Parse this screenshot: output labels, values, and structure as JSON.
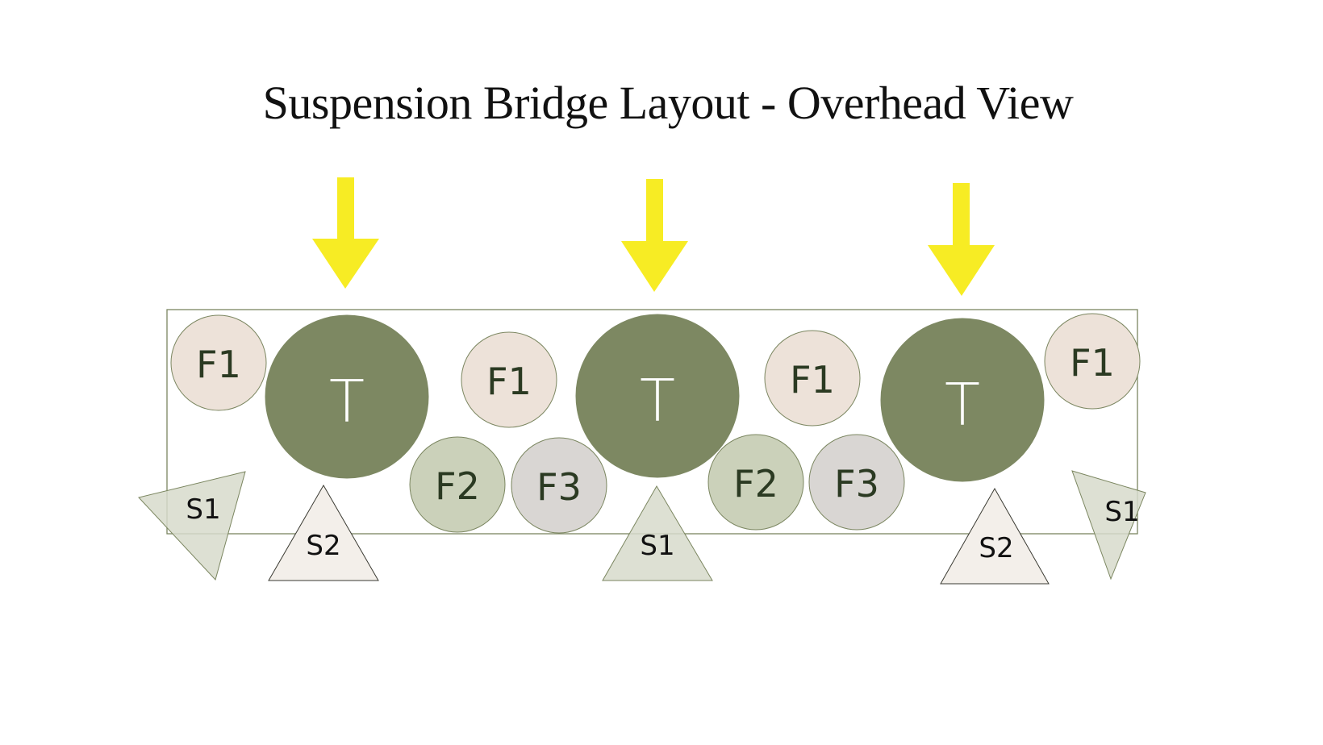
{
  "title": "Suspension Bridge Layout - Overhead View",
  "colors": {
    "arrow": "#f7ec24",
    "deck_border": "#7b8660",
    "tower_fill": "#7d8862",
    "tower_text": "#ffffff",
    "f1_fill": "#ede2d9",
    "f2_fill": "#cbd1ba",
    "f3_fill": "#d9d6d3",
    "circle_stroke": "#7b8660",
    "f_text": "#2b3a22",
    "s1_fill": "#d7dacb",
    "s2_fill": "#f3efea",
    "s_text": "#111111"
  },
  "arrows": [
    {
      "id": "arrow-1",
      "direction": "down"
    },
    {
      "id": "arrow-2",
      "direction": "down"
    },
    {
      "id": "arrow-3",
      "direction": "down"
    }
  ],
  "elements": [
    {
      "name": "f1-left",
      "type": "F1",
      "label": "F1"
    },
    {
      "name": "tower-1",
      "type": "T",
      "label": "T"
    },
    {
      "name": "f1-mid-left",
      "type": "F1",
      "label": "F1"
    },
    {
      "name": "tower-2",
      "type": "T",
      "label": "T"
    },
    {
      "name": "f1-mid-right",
      "type": "F1",
      "label": "F1"
    },
    {
      "name": "tower-3",
      "type": "T",
      "label": "T"
    },
    {
      "name": "f1-right",
      "type": "F1",
      "label": "F1"
    },
    {
      "name": "f2-left",
      "type": "F2",
      "label": "F2"
    },
    {
      "name": "f3-left",
      "type": "F3",
      "label": "F3"
    },
    {
      "name": "f2-right",
      "type": "F2",
      "label": "F2"
    },
    {
      "name": "f3-right",
      "type": "F3",
      "label": "F3"
    }
  ],
  "supports": [
    {
      "name": "s1-left",
      "type": "S1",
      "label": "S1"
    },
    {
      "name": "s2-left",
      "type": "S2",
      "label": "S2"
    },
    {
      "name": "s1-center",
      "type": "S1",
      "label": "S1"
    },
    {
      "name": "s2-right",
      "type": "S2",
      "label": "S2"
    },
    {
      "name": "s1-right",
      "type": "S1",
      "label": "S1"
    }
  ]
}
